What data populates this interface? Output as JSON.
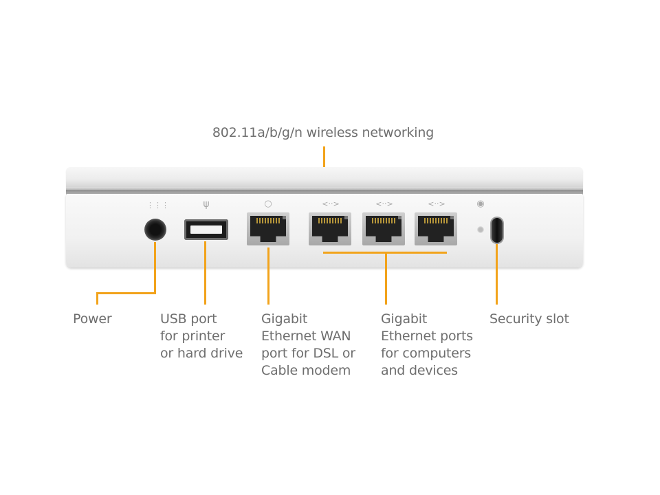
{
  "diagram": {
    "top_label": "802.11a/b/g/n wireless networking",
    "labels": {
      "power": "Power",
      "usb": "USB port\nfor printer\nor hard drive",
      "wan": "Gigabit\nEthernet WAN\nport for DSL or\nCable modem",
      "lan": "Gigabit\nEthernet ports\nfor computers\nand devices",
      "security": "Security slot"
    },
    "colors": {
      "leader_line": "#f2a31b",
      "label_text": "#6e6e6e",
      "device_body": "#f1f1f1"
    },
    "icons": [
      "power-port-icon",
      "usb-symbol-icon",
      "wan-circle-icon",
      "ethernet-arrows-icon",
      "reset-indicator-icon"
    ]
  }
}
